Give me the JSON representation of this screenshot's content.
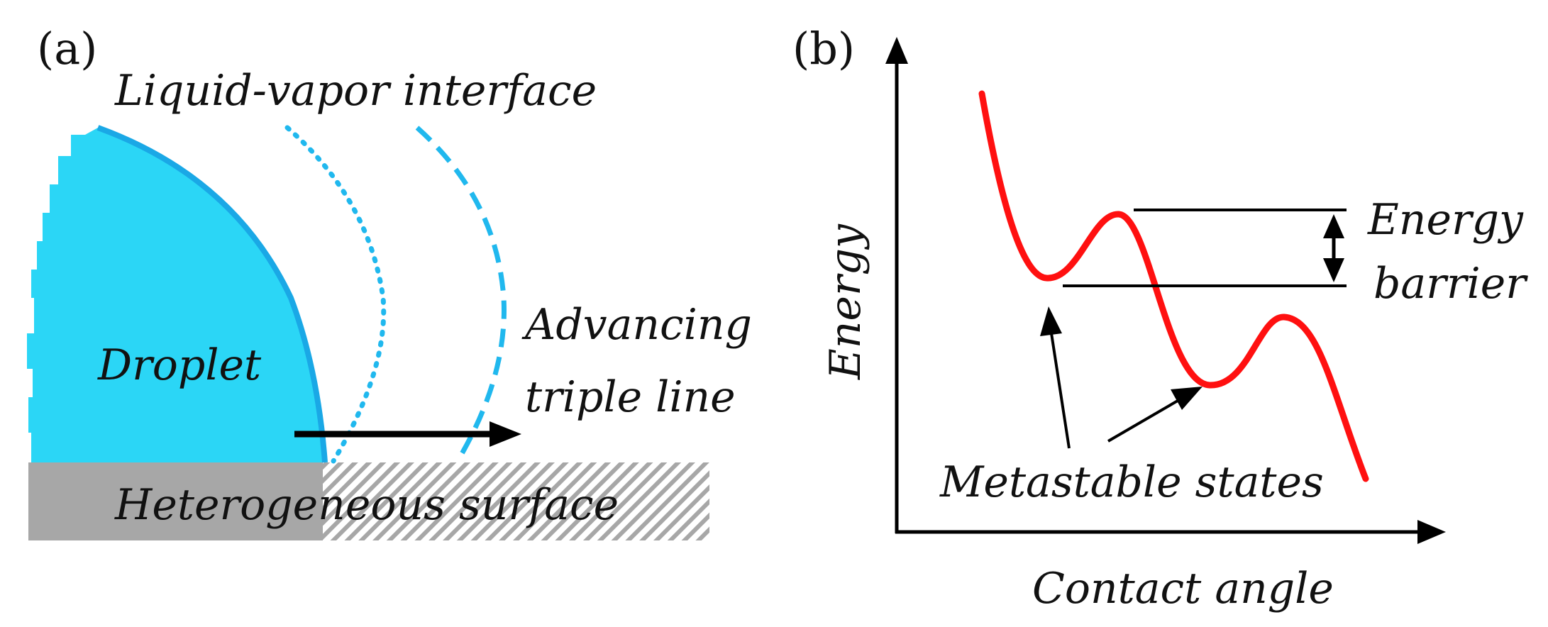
{
  "panel_a": {
    "tag": "(a)",
    "interface_label": "Liquid-vapor interface",
    "droplet_label": "Droplet",
    "triple_line_label_1": "Advancing",
    "triple_line_label_2": "triple line",
    "surface_label": "Heterogeneous surface",
    "colors": {
      "droplet_fill": "#2bd6f6",
      "droplet_edge": "#1aa8e6",
      "solid": "#a7a7a7",
      "arrow": "#000000"
    }
  },
  "panel_b": {
    "tag": "(b)",
    "y_axis_label": "Energy",
    "x_axis_label": "Contact angle",
    "barrier_label_1": "Energy",
    "barrier_label_2": "barrier",
    "states_label": "Metastable states",
    "colors": {
      "curve": "#ff1010",
      "axes": "#000000"
    }
  }
}
